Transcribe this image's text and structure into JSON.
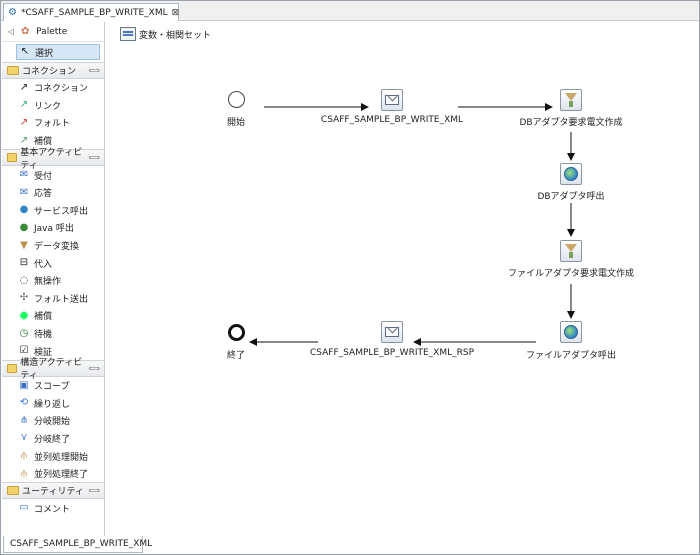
{
  "editor": {
    "tab_title": "*CSAFF_SAMPLE_BP_WRITE_XML",
    "close_glyph": "⊠"
  },
  "palette": {
    "title": "Palette",
    "select": "選択",
    "categories": [
      {
        "label": "コネクション",
        "items": [
          "コネクション",
          "リンク",
          "フォルト",
          "補償"
        ]
      },
      {
        "label": "基本アクティビティ",
        "items": [
          "受付",
          "応答",
          "サービス呼出",
          "Java 呼出",
          "データ変換",
          "代入",
          "無操作",
          "フォルト送出",
          "補償",
          "待機",
          "検証"
        ]
      },
      {
        "label": "構造アクティビティ",
        "items": [
          "スコープ",
          "繰り返し",
          "分岐開始",
          "分岐終了",
          "並列処理開始",
          "並列処理終了"
        ]
      },
      {
        "label": "ユーティリティ",
        "items": [
          "コメント"
        ]
      }
    ]
  },
  "canvas": {
    "variables_label": "変数・相関セット",
    "nodes": {
      "start": "開始",
      "receive": "CSAFF_SAMPLE_BP_WRITE_XML",
      "db_req": "DBアダプタ要求電文作成",
      "db_call": "DBアダプタ呼出",
      "file_req": "ファイルアダプタ要求電文作成",
      "file_call": "ファイルアダプタ呼出",
      "reply": "CSAFF_SAMPLE_BP_WRITE_XML_RSP",
      "end": "終了"
    }
  },
  "bottom_tab": "CSAFF_SAMPLE_BP_WRITE_XML"
}
